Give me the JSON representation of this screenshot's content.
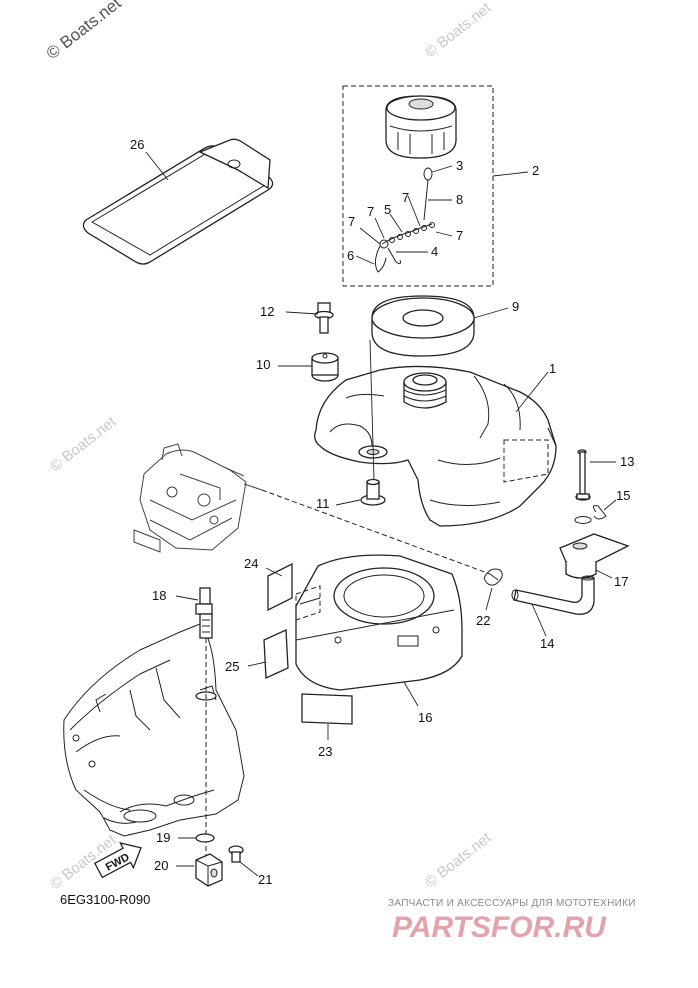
{
  "watermark": {
    "top_left": "© Boats.net",
    "repeat": "© Boats.net"
  },
  "callouts": [
    "1",
    "2",
    "3",
    "4",
    "5",
    "6",
    "7",
    "7",
    "7",
    "7",
    "8",
    "9",
    "10",
    "11",
    "12",
    "13",
    "14",
    "15",
    "16",
    "17",
    "18",
    "19",
    "20",
    "21",
    "22",
    "23",
    "24",
    "25",
    "26"
  ],
  "labels": {
    "p1": "1",
    "p2": "2",
    "p3": "3",
    "p4": "4",
    "p5": "5",
    "p6": "6",
    "p7": "7",
    "p8": "8",
    "p9": "9",
    "p10": "10",
    "p11": "11",
    "p12": "12",
    "p13": "13",
    "p14": "14",
    "p15": "15",
    "p16": "16",
    "p17": "17",
    "p18": "18",
    "p19": "19",
    "p20": "20",
    "p21": "21",
    "p22": "22",
    "p23": "23",
    "p24": "24",
    "p25": "25",
    "p26": "26"
  },
  "fwd_arrow": "FWD",
  "diagram_code": "6EG3100-R090",
  "store": {
    "tagline": "ЗАПЧАСТИ И АКСЕССУАРЫ ДЛЯ МОТОТЕХНИКИ",
    "logo": "PARTSFOR.RU"
  },
  "colors": {
    "line": "#222222",
    "watermark": "#c9c9c9",
    "store_logo": "#e3a3ab"
  }
}
